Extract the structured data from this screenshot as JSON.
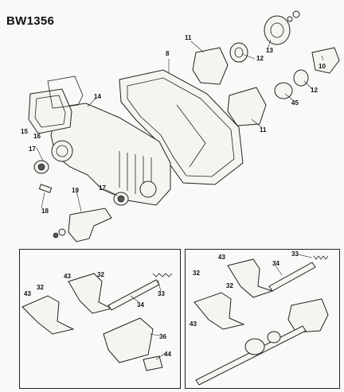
{
  "diagram_title": "BW1356",
  "callouts": [
    {
      "id": "c8",
      "label": "8"
    },
    {
      "id": "c11a",
      "label": "11"
    },
    {
      "id": "c12a",
      "label": "12"
    },
    {
      "id": "c13",
      "label": "13"
    },
    {
      "id": "c10",
      "label": "10"
    },
    {
      "id": "c14",
      "label": "14"
    },
    {
      "id": "c45",
      "label": "45"
    },
    {
      "id": "c12b",
      "label": "12"
    },
    {
      "id": "c11b",
      "label": "11"
    },
    {
      "id": "c15",
      "label": "15"
    },
    {
      "id": "c16",
      "label": "16"
    },
    {
      "id": "c17a",
      "label": "17"
    },
    {
      "id": "c17b",
      "label": "17"
    },
    {
      "id": "c18",
      "label": "18"
    },
    {
      "id": "c19",
      "label": "19"
    },
    {
      "id": "c43a",
      "label": "43"
    },
    {
      "id": "c32a",
      "label": "32"
    },
    {
      "id": "c32b",
      "label": "32"
    },
    {
      "id": "c43b",
      "label": "43"
    },
    {
      "id": "c33a",
      "label": "33"
    },
    {
      "id": "c34a",
      "label": "34"
    },
    {
      "id": "c36",
      "label": "36"
    },
    {
      "id": "c44",
      "label": "44"
    },
    {
      "id": "c43c",
      "label": "43"
    },
    {
      "id": "c34b",
      "label": "34"
    },
    {
      "id": "c33b",
      "label": "33"
    },
    {
      "id": "c32c",
      "label": "32"
    },
    {
      "id": "c32d",
      "label": "32"
    },
    {
      "id": "c43d",
      "label": "43"
    }
  ]
}
